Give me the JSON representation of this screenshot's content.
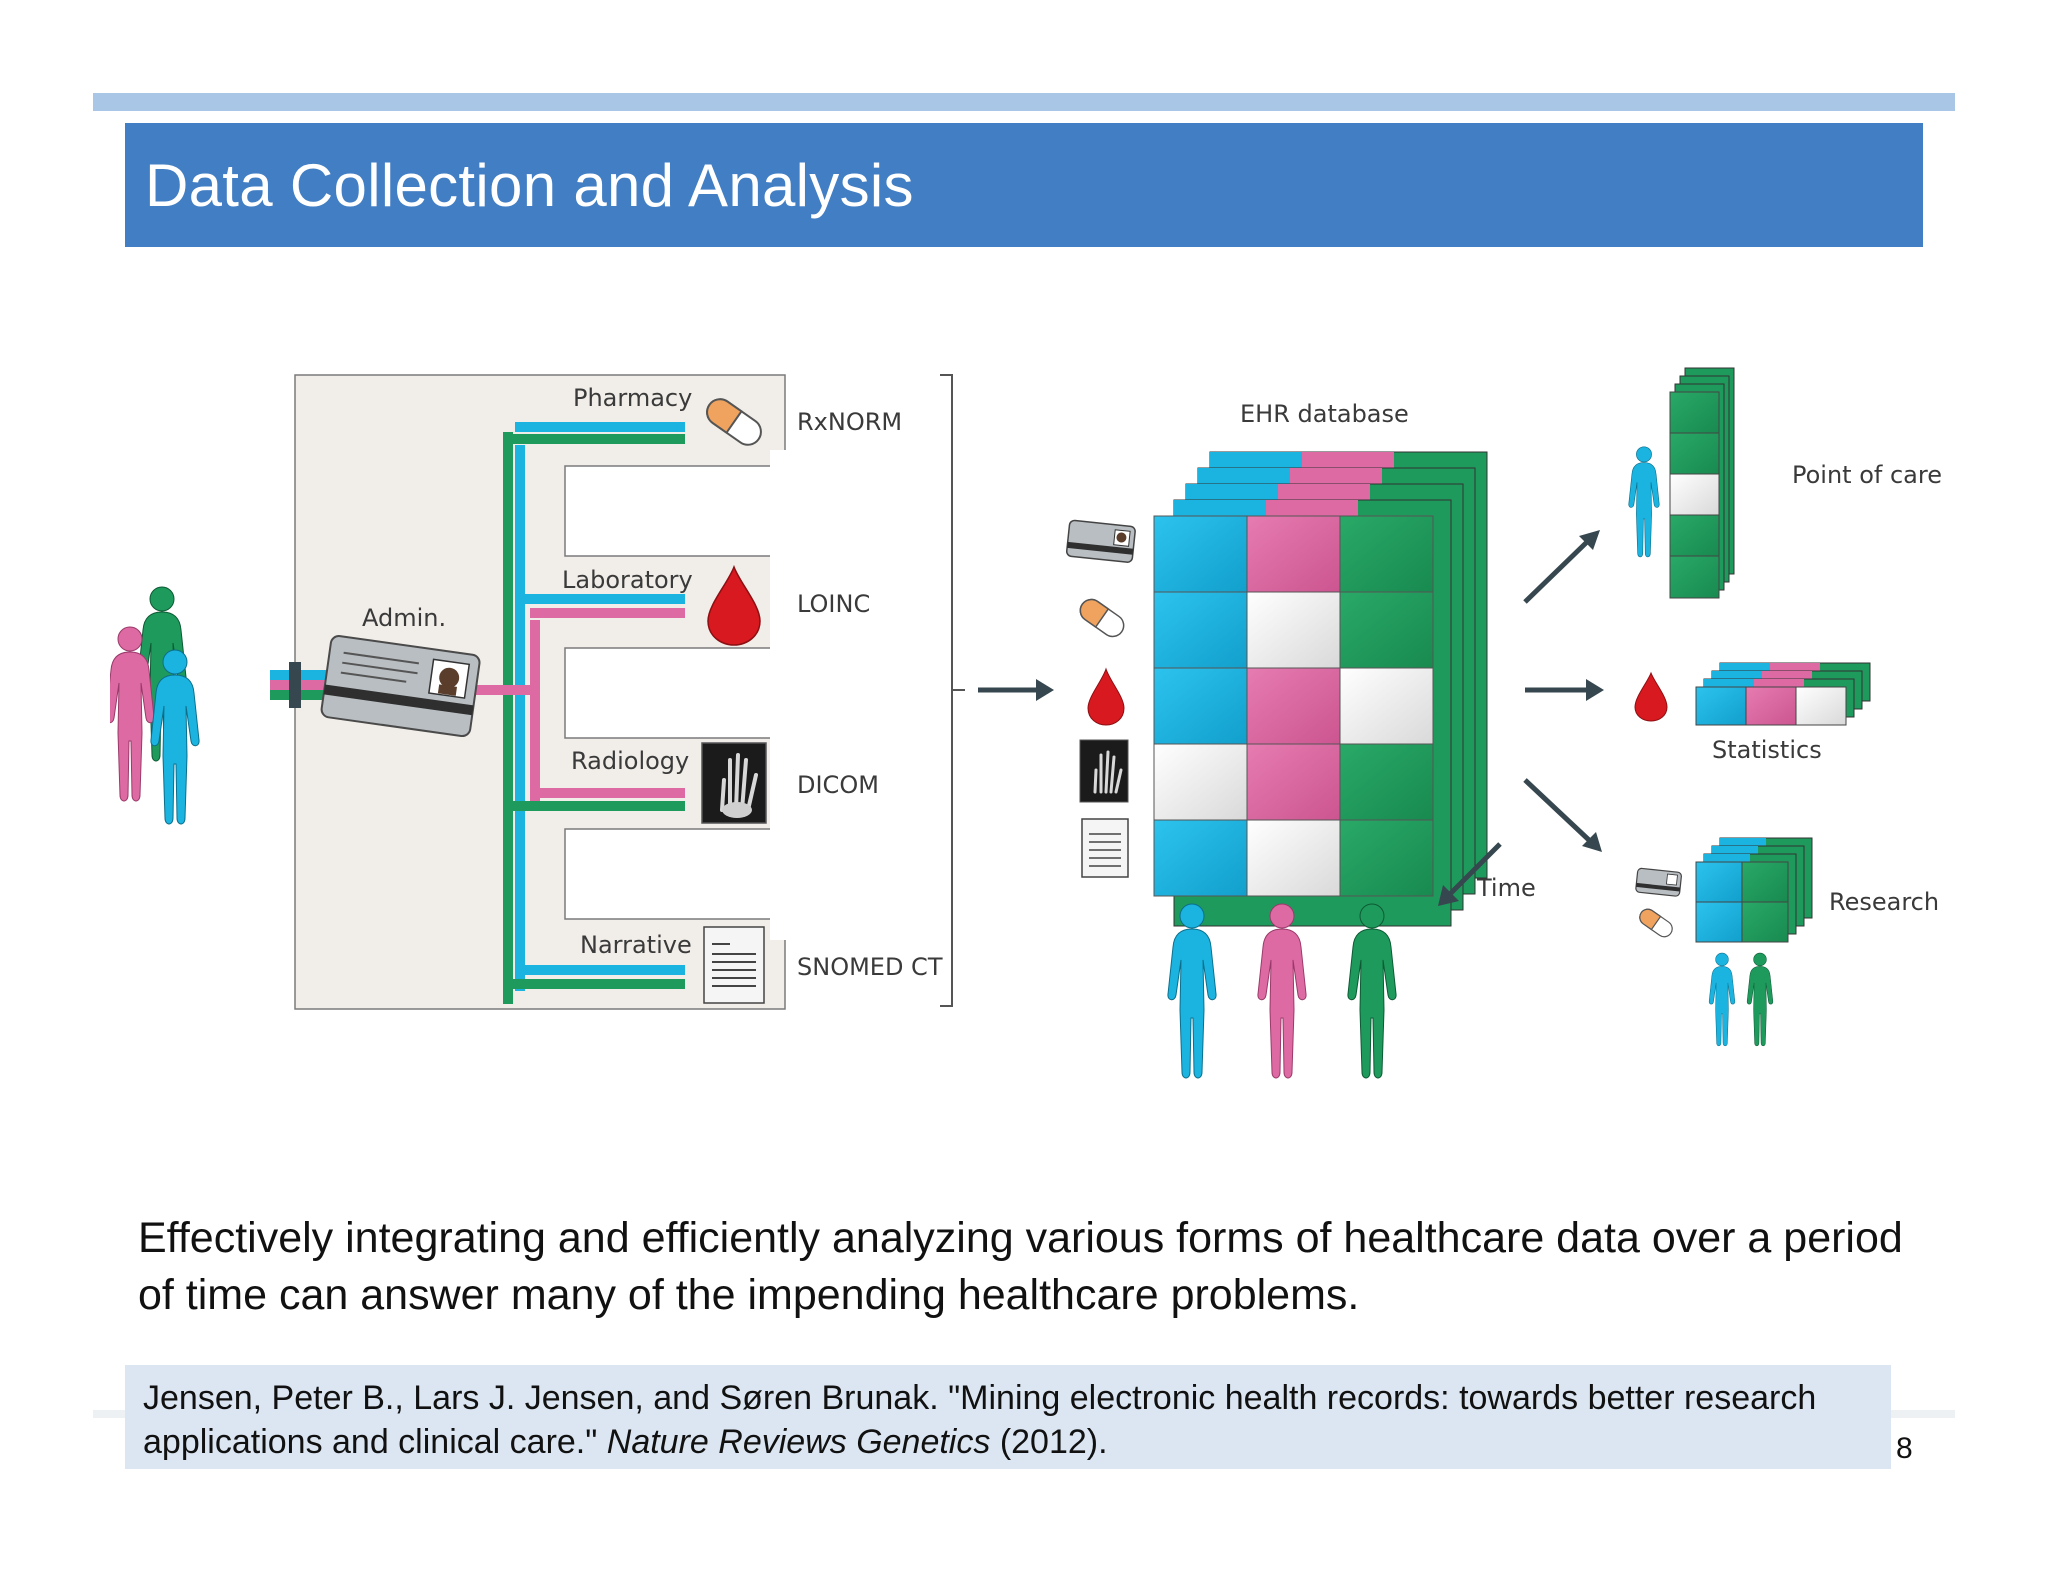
{
  "slide": {
    "title": "Data Collection and Analysis",
    "body_text": "Effectively integrating and efficiently analyzing various forms of healthcare data over a period of time can answer many of the impending healthcare problems.",
    "citation": {
      "prefix": "Jensen, Peter B., Lars J. Jensen, and Søren Brunak. \"Mining electronic health records: towards better research applications and clinical care.\" ",
      "journal": "Nature Reviews Genetics",
      "suffix": " (2012)."
    },
    "page_number": "8"
  },
  "diagram": {
    "admin_label": "Admin.",
    "departments": [
      {
        "name": "Pharmacy",
        "standard": "RxNORM",
        "icon": "pill-icon"
      },
      {
        "name": "Laboratory",
        "standard": "LOINC",
        "icon": "blood-drop-icon"
      },
      {
        "name": "Radiology",
        "standard": "DICOM",
        "icon": "xray-hand-icon"
      },
      {
        "name": "Narrative",
        "standard": "SNOMED CT",
        "icon": "document-icon"
      }
    ],
    "database_label": "EHR database",
    "time_label": "Time",
    "outputs": [
      {
        "label": "Point of care"
      },
      {
        "label": "Statistics"
      },
      {
        "label": "Research"
      }
    ],
    "colors": {
      "cyan": "#1bb4e0",
      "pink": "#dd6aa3",
      "green": "#1e9a5c",
      "panel": "#f1ede8",
      "arrow": "#37474f",
      "blood": "#d8191f",
      "title_bar": "#427ec4",
      "citation_bg": "#dbe6f2"
    }
  }
}
